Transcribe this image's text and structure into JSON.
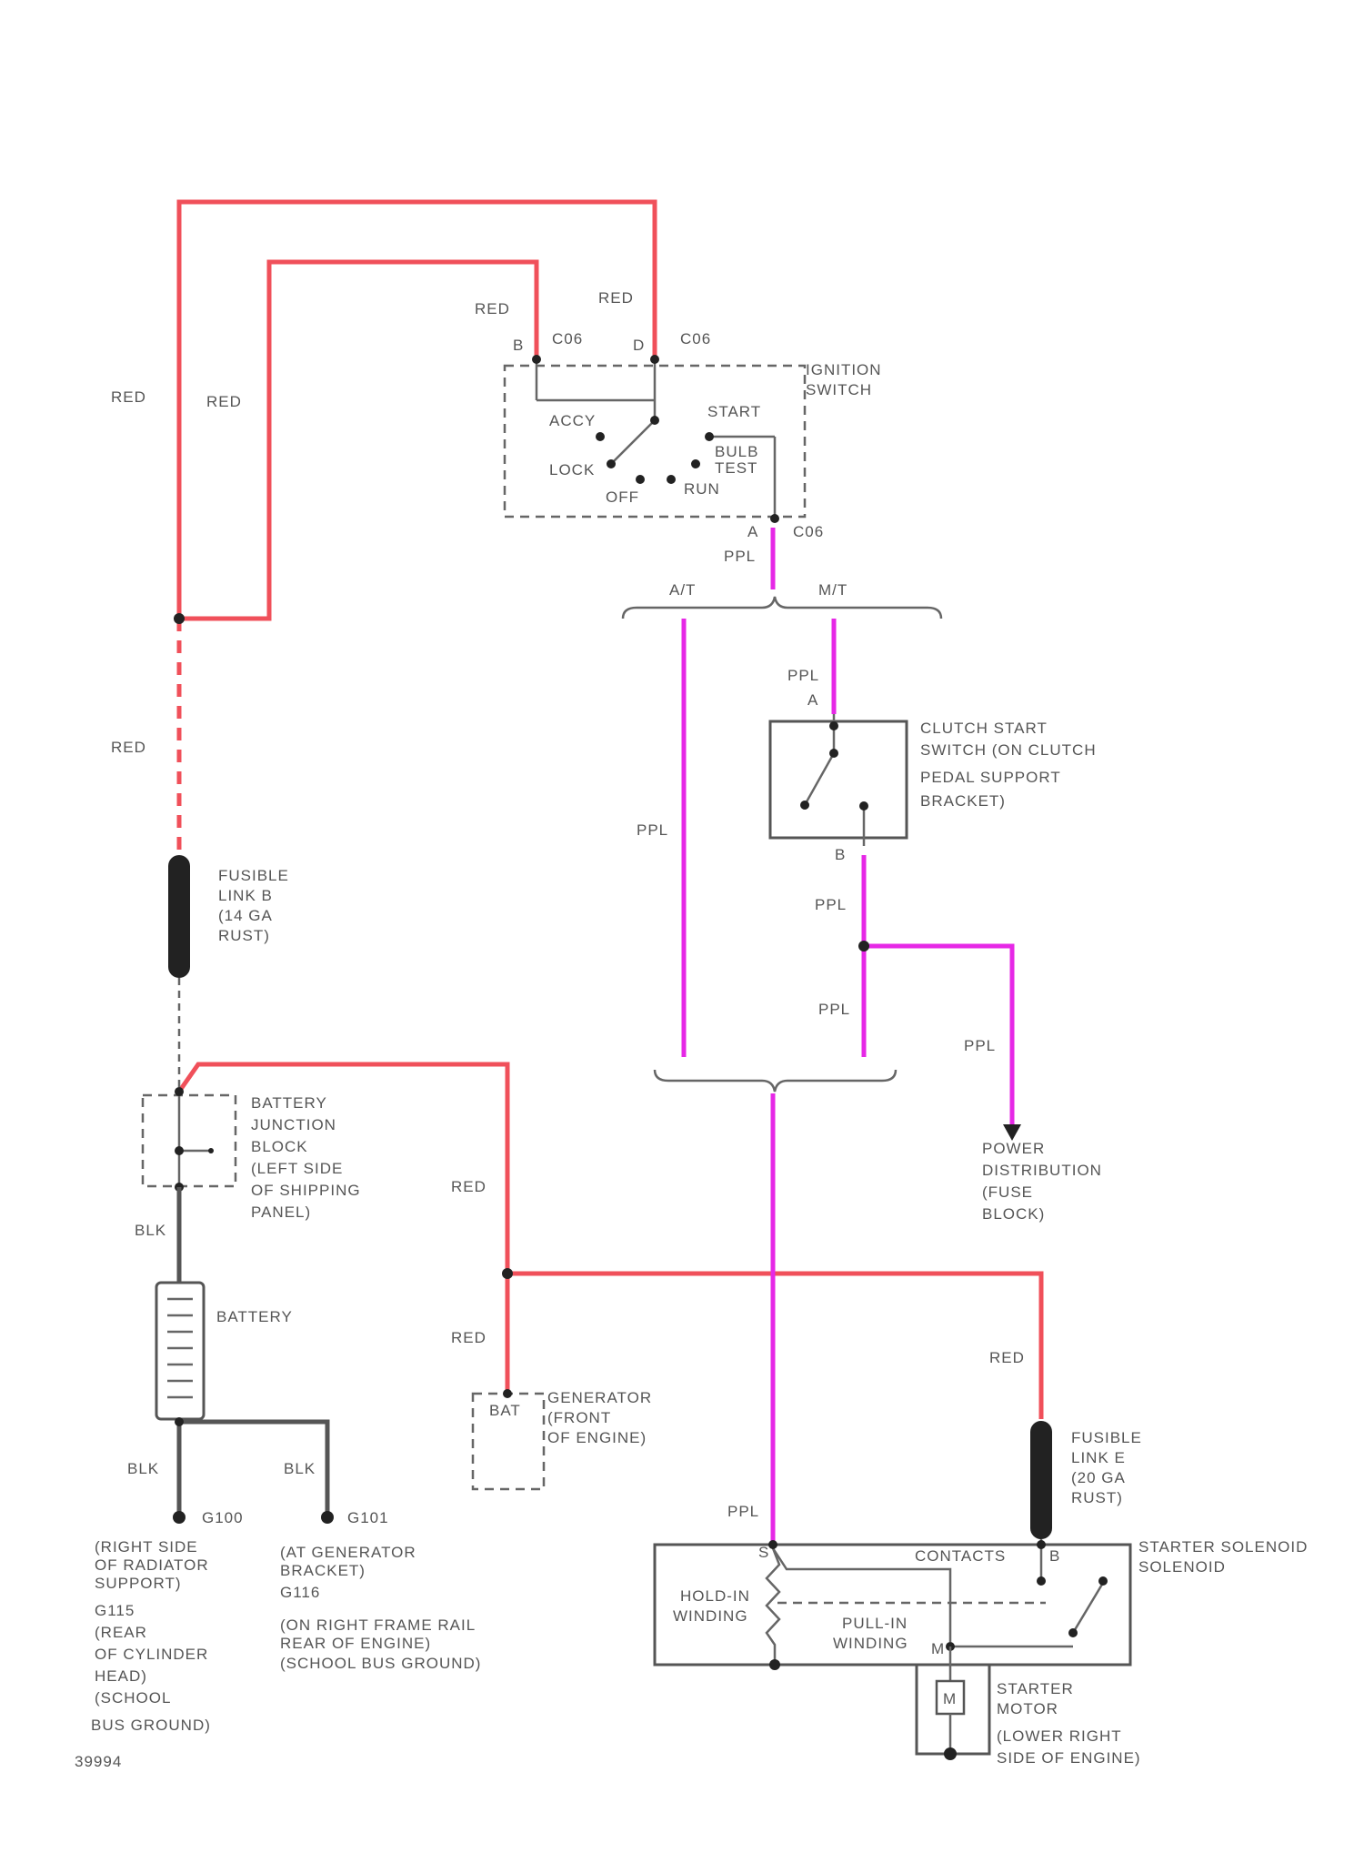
{
  "wire_colors": {
    "red": "#f0505a",
    "purple": "#e628e6",
    "black": "#555555"
  },
  "labels": {
    "red_1": "RED",
    "red_2": "RED",
    "red_3": "RED",
    "red_4": "RED",
    "red_5": "RED",
    "red_6": "RED",
    "red_7": "RED",
    "red_8": "RED",
    "ppl_1": "PPL",
    "ppl_2": "PPL",
    "ppl_3": "PPL",
    "ppl_4": "PPL",
    "ppl_5": "PPL",
    "ppl_6": "PPL",
    "ppl_7": "PPL",
    "blk_1": "BLK",
    "blk_2": "BLK",
    "blk_3": "BLK",
    "pin_b": "B",
    "pin_d": "D",
    "pin_a_ign": "A",
    "com_1": "C06",
    "com_2": "C06",
    "com_3": "C06",
    "ignition_switch": [
      "IGNITION",
      "SWITCH"
    ],
    "pos_acc": "ACCY",
    "pos_start": "START",
    "pos_lock": "LOCK",
    "pos_bulb_test": [
      "BULB",
      "TEST"
    ],
    "pos_off": "OFF",
    "pos_run": "RUN",
    "at": "A/T",
    "mt": "M/T",
    "pin_a_clutch": "A",
    "pin_b_clutch": "B",
    "clutch_switch": [
      "CLUTCH START",
      "SWITCH (ON CLUTCH",
      "PEDAL SUPPORT",
      "BRACKET)"
    ],
    "fusible_link_b": [
      "FUSIBLE",
      "LINK B",
      "(14 GA",
      "RUST)"
    ],
    "battery_junction_block": [
      "BATTERY",
      "JUNCTION",
      "BLOCK",
      "(LEFT SIDE",
      "OF SHIPPING",
      "PANEL)"
    ],
    "battery": "BATTERY",
    "pdc": [
      "POWER",
      "DISTRIBUTION",
      "(FUSE",
      "BLOCK)"
    ],
    "generator": [
      "GENERATOR",
      "(FRONT",
      "OF ENGINE)"
    ],
    "generator_pin": "BAT",
    "fusible_link_e": [
      "FUSIBLE",
      "LINK E",
      "(20 GA",
      "RUST)"
    ],
    "g100": "G100",
    "g101": "G101",
    "ground_left": [
      "(RIGHT SIDE",
      "OF RADIATOR",
      "SUPPORT)",
      "G115",
      "(REAR",
      "OF CYLINDER",
      "HEAD)",
      "(SCHOOL",
      "BUS GROUND)"
    ],
    "ground_mid": [
      "(AT GENERATOR",
      "BRACKET)",
      "G116",
      "(ON RIGHT FRAME RAIL",
      "REAR OF ENGINE)",
      "(SCHOOL BUS GROUND)"
    ],
    "starter_solenoid": [
      "STARTER SOLENOID",
      "SOLENOID"
    ],
    "contacts": "CONTACTS",
    "pin_b_sol": "B",
    "pin_s": "S",
    "hold_in": [
      "HOLD-IN",
      "WINDING"
    ],
    "pull_in": [
      "PULL-IN",
      "WINDING"
    ],
    "pin_m": "M",
    "motor_symbol": "M",
    "starter_motor": [
      "STARTER",
      "MOTOR",
      "(LOWER RIGHT",
      "SIDE OF ENGINE)"
    ],
    "page_code": "39994"
  }
}
